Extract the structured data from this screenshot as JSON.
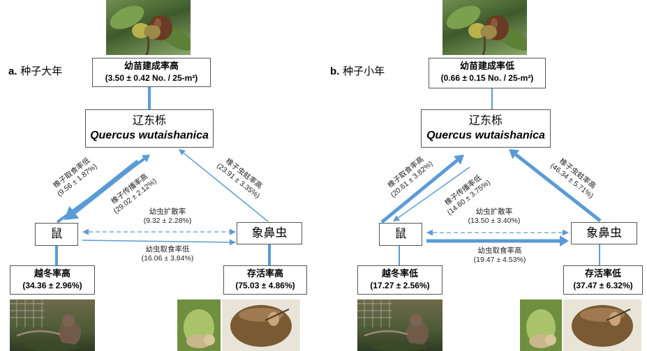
{
  "colors": {
    "arrow": "#5b9bd5",
    "border": "#555555"
  },
  "panels": [
    {
      "label_letter": "a.",
      "label_text": "种子大年",
      "top_box": {
        "title": "幼苗建成率高",
        "value": "(3.50 ± 0.42 No. / 25-m²)"
      },
      "oak": {
        "name_cn": "辽东栎",
        "name_latin": "Quercus wutaishanica"
      },
      "rodent": {
        "name": "鼠"
      },
      "weevil": {
        "name": "象鼻虫"
      },
      "rodent_box": {
        "title": "越冬率高",
        "value": "(34.36 ± 2.96%)"
      },
      "weevil_box": {
        "title": "存活率高",
        "value": "(75.03 ± 4.86%)"
      },
      "edges": {
        "predation": {
          "title": "橡子取食率低",
          "value": "(9.56 ± 1.87%)"
        },
        "dispersal": {
          "title": "橡子传播率高",
          "value": "(29.02 ± 2.12%)"
        },
        "infestation": {
          "title": "橡子虫蛀率高",
          "value": "(23.91 ± 3.35%)"
        },
        "larva_disp": {
          "title": "幼虫扩散率",
          "value": "(9.32 ± 2.28%)"
        },
        "larva_pred": {
          "title": "幼虫取食率低",
          "value": "(16.06 ± 3.84%)"
        }
      },
      "widths": {
        "predation": 4,
        "dispersal": 7,
        "infestation": 1.5,
        "larva_pred": 1.5
      }
    },
    {
      "label_letter": "b.",
      "label_text": "种子小年",
      "top_box": {
        "title": "幼苗建成率低",
        "value": "(0.66 ± 0.15 No. / 25-m²)"
      },
      "oak": {
        "name_cn": "辽东栎",
        "name_latin": "Quercus wutaishanica"
      },
      "rodent": {
        "name": "鼠"
      },
      "weevil": {
        "name": "象鼻虫"
      },
      "rodent_box": {
        "title": "越冬率低",
        "value": "(17.27 ± 2.56%)"
      },
      "weevil_box": {
        "title": "存活率低",
        "value": "(37.47 ± 6.32%)"
      },
      "edges": {
        "predation": {
          "title": "橡子取食率高",
          "value": "(20.61 ± 3.82%)"
        },
        "dispersal": {
          "title": "橡子传播率低",
          "value": "(14.60 ± 3.75%)"
        },
        "infestation": {
          "title": "橡子虫蛀率高",
          "value": "(46.34 ± 5.71%)"
        },
        "larva_disp": {
          "title": "幼虫扩散率",
          "value": "(13.50 ± 3.40%)"
        },
        "larva_pred": {
          "title": "幼虫取食率高",
          "value": "(19.47 ± 4.53%)"
        }
      },
      "widths": {
        "predation": 5,
        "dispersal": 1.5,
        "infestation": 5,
        "larva_pred": 5
      }
    }
  ]
}
